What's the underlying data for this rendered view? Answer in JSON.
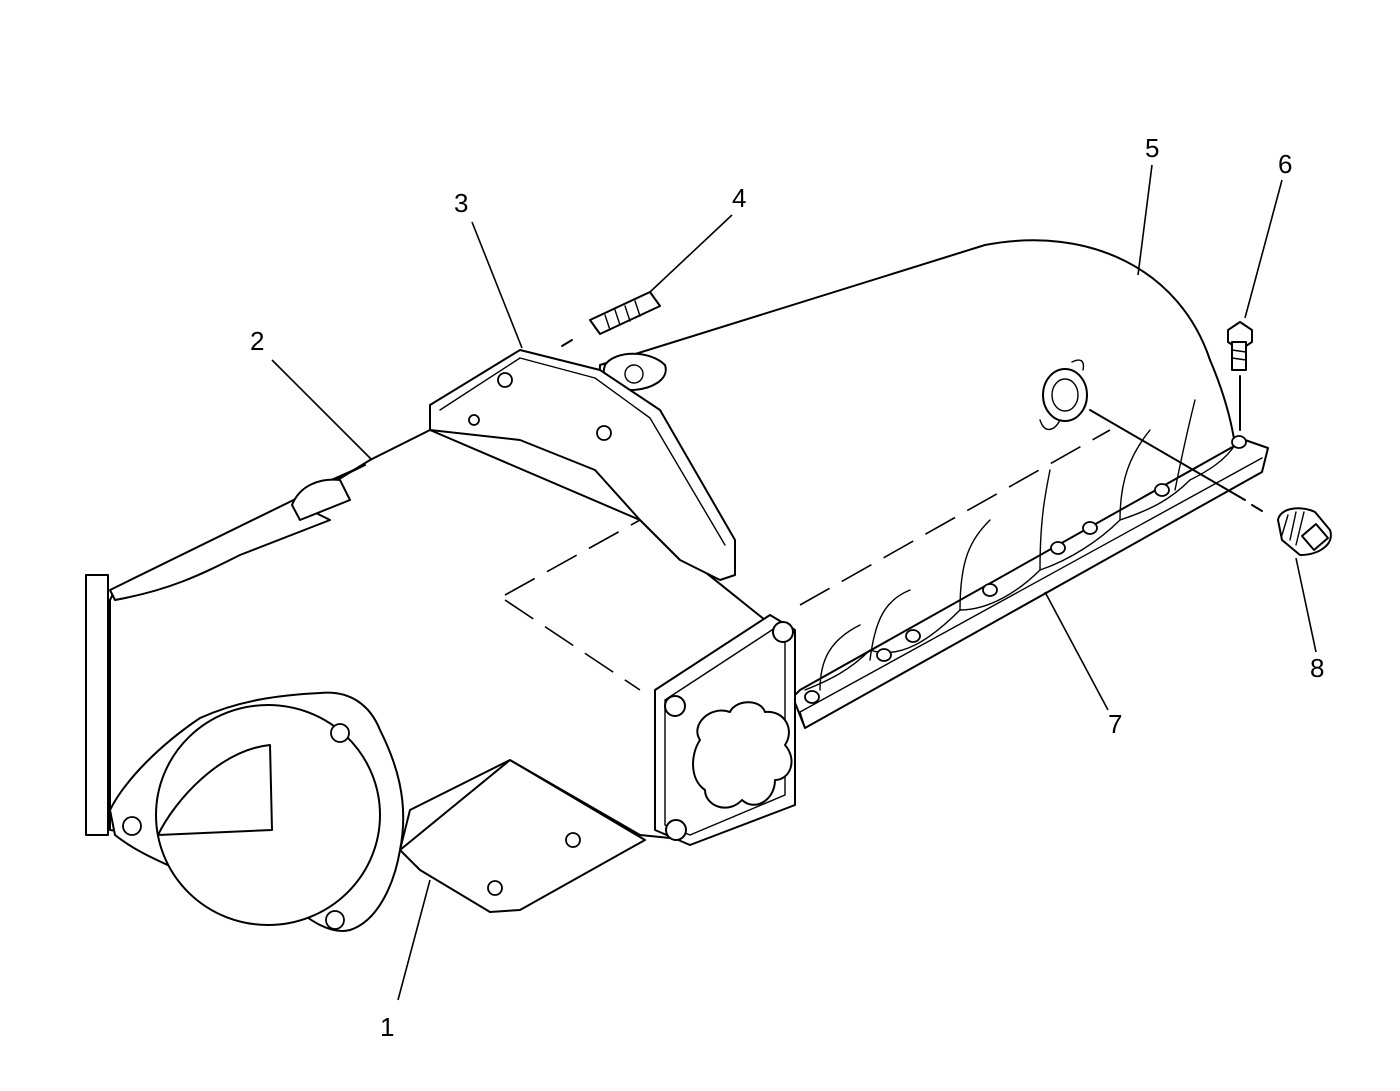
{
  "diagram": {
    "type": "exploded-parts-view",
    "colors": {
      "line": "#000000",
      "background": "#ffffff"
    },
    "callouts": [
      {
        "id": "1",
        "label": "1"
      },
      {
        "id": "2",
        "label": "2"
      },
      {
        "id": "3",
        "label": "3"
      },
      {
        "id": "4",
        "label": "4"
      },
      {
        "id": "5",
        "label": "5"
      },
      {
        "id": "6",
        "label": "6"
      },
      {
        "id": "7",
        "label": "7"
      },
      {
        "id": "8",
        "label": "8"
      }
    ]
  }
}
